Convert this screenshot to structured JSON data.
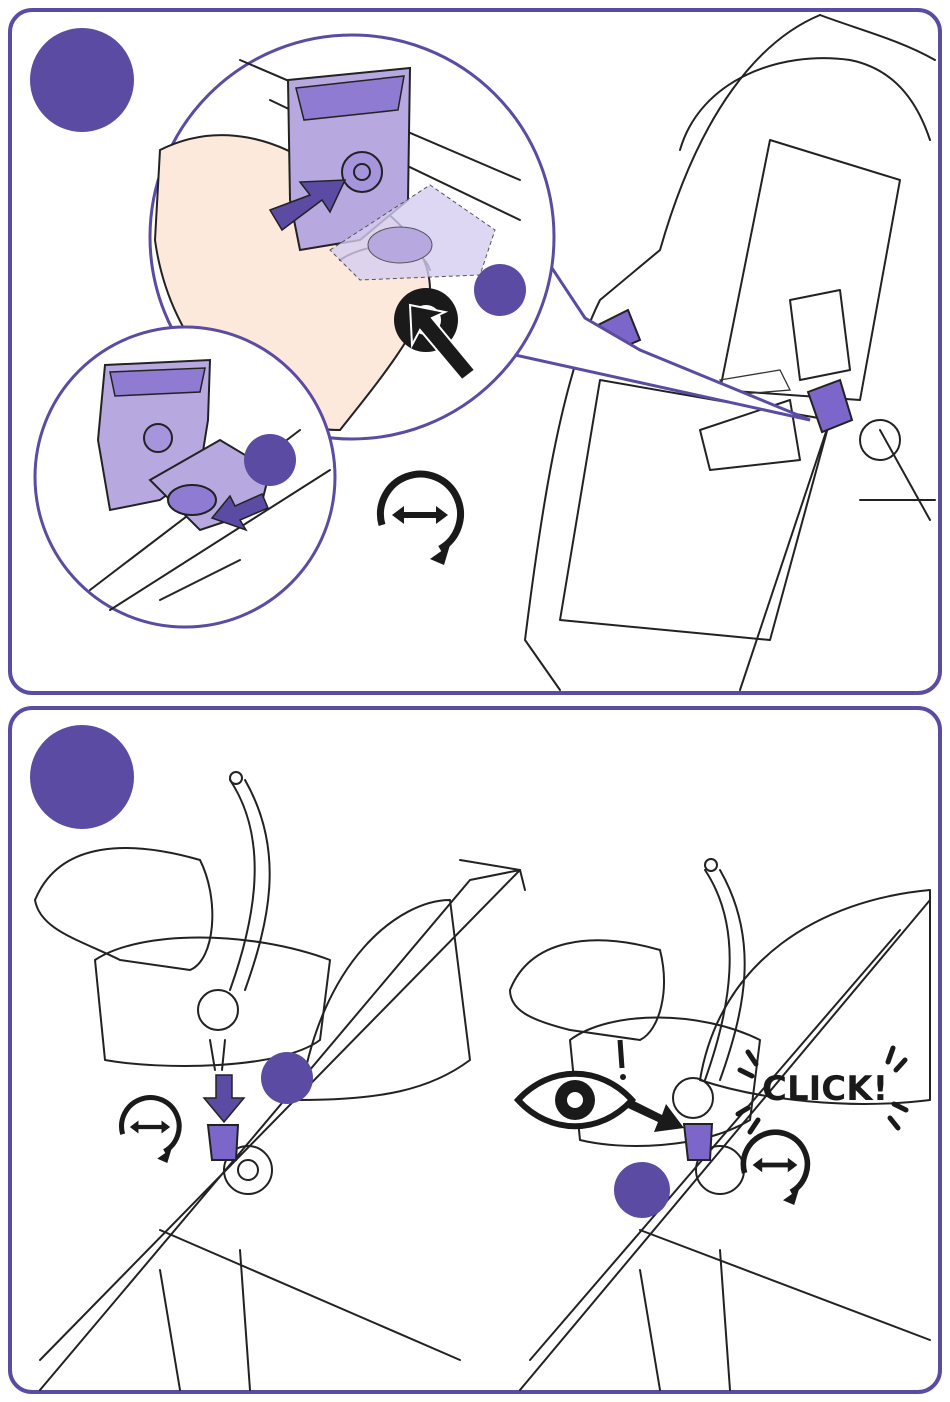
{
  "colors": {
    "accent": "#5b4ba3",
    "accent_light": "#b7a8e0",
    "line": "#222222",
    "skin": "#fde9dc"
  },
  "steps": [
    {
      "icons": [
        "step-marker",
        "magnifier-detail",
        "press-arrow",
        "push-button-icon",
        "rotate-both-ways-icon"
      ]
    },
    {
      "icons": [
        "step-marker",
        "down-arrow",
        "rotate-both-ways-icon",
        "eye-icon",
        "click-burst"
      ],
      "click_label": "CLICK!"
    }
  ]
}
